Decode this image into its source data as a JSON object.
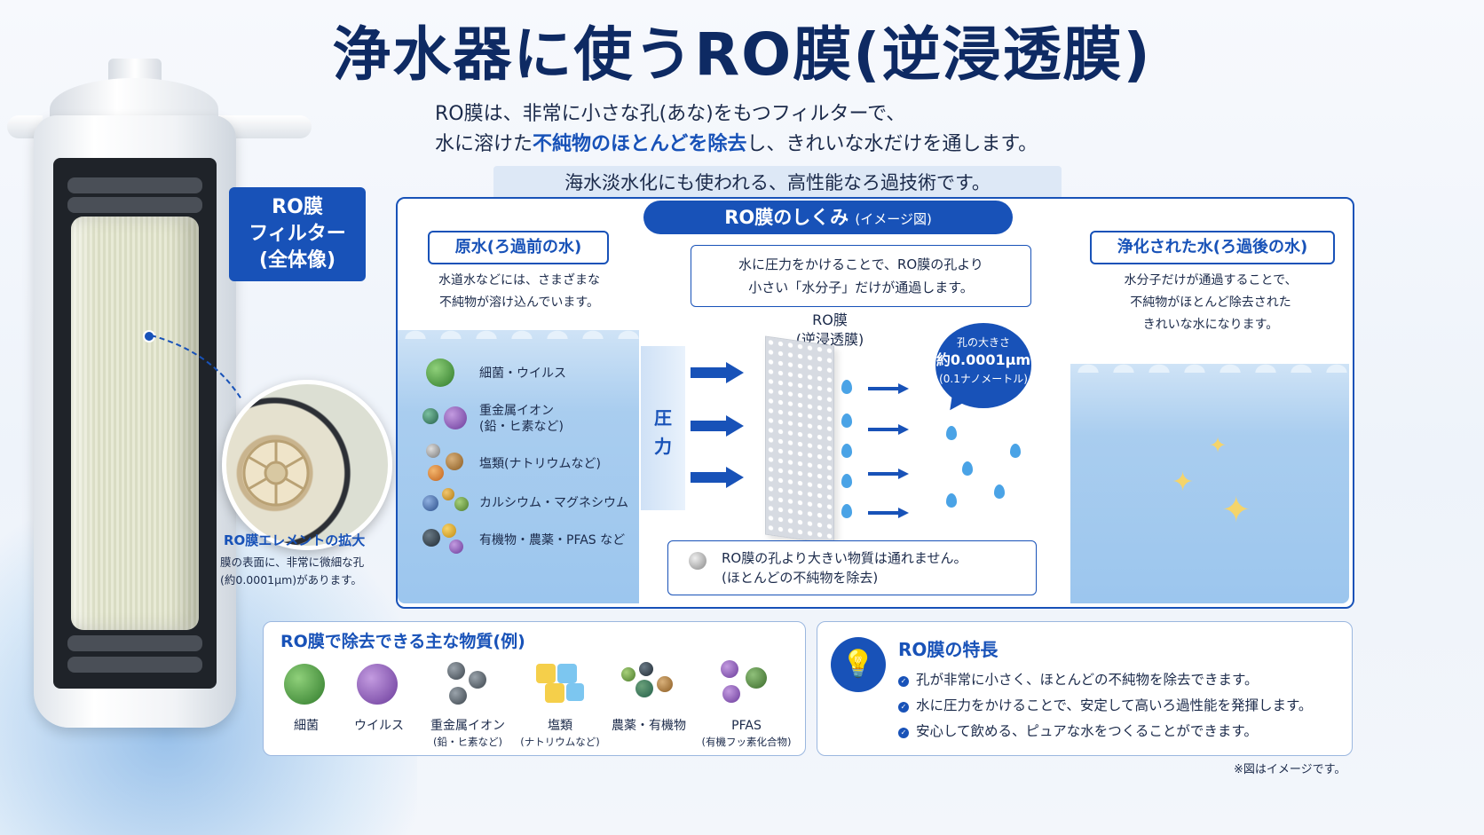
{
  "title": "浄水器に使うRO膜(逆浸透膜)",
  "intro": {
    "line1": "RO膜は、非常に小さな孔(あな)をもつフィルターで、",
    "line2_pre": "水に溶けた",
    "line2_highlight": "不純物のほとんどを除去",
    "line2_post": "し、きれいな水だけを通します。"
  },
  "tagline": "海水淡水化にも使われる、高性能なろ過技術です。",
  "filter": {
    "badge_line1": "RO膜",
    "badge_line2": "フィルター",
    "badge_line3": "(全体像)",
    "zoom_title": "RO膜エレメントの拡大",
    "zoom_desc_line1": "膜の表面に、非常に微細な孔",
    "zoom_desc_line2": "(約0.0001μm)があります。"
  },
  "mechanism": {
    "heading": "RO膜のしくみ",
    "heading_sub": "(イメージ図)",
    "raw_label": "原水(ろ過前の水)",
    "raw_desc_line1": "水道水などには、さまざまな",
    "raw_desc_line2": "不純物が溶け込んでいます。",
    "impurities": [
      {
        "label": "細菌・ウイルス"
      },
      {
        "label": "重金属イオン",
        "sub": "(鉛・ヒ素など)"
      },
      {
        "label": "塩類(ナトリウムなど)"
      },
      {
        "label": "カルシウム・マグネシウム"
      },
      {
        "label": "有機物・農薬・PFAS など"
      }
    ],
    "note_line1": "水に圧力をかけることで、RO膜の孔より",
    "note_line2": "小さい「水分子」だけが通過します。",
    "pressure": "圧力",
    "membrane_line1": "RO膜",
    "membrane_line2": "(逆浸透膜)",
    "pore_label": "孔の大きさ",
    "pore_value": "約0.0001μm",
    "pore_sub": "(0.1ナノメートル)",
    "block_line1": "RO膜の孔より大きい物質は通れません。",
    "block_line2": "(ほとんどの不純物を除去)",
    "clean_label": "浄化された水(ろ過後の水)",
    "clean_desc_line1": "水分子だけが通過することで、",
    "clean_desc_line2": "不純物がほとんど除去された",
    "clean_desc_line3": "きれいな水になります。"
  },
  "removal": {
    "title": "RO膜で除去できる主な物質(例)",
    "items": [
      {
        "label": "細菌",
        "sub": ""
      },
      {
        "label": "ウイルス",
        "sub": ""
      },
      {
        "label": "重金属イオン",
        "sub": "(鉛・ヒ素など)"
      },
      {
        "label": "塩類",
        "sub": "(ナトリウムなど)"
      },
      {
        "label": "農薬・有機物",
        "sub": ""
      },
      {
        "label": "PFAS",
        "sub": "(有機フッ素化合物)"
      }
    ]
  },
  "features": {
    "title": "RO膜の特長",
    "items": [
      "孔が非常に小さく、ほとんどの不純物を除去できます。",
      "水に圧力をかけることで、安定して高いろ過性能を発揮します。",
      "安心して飲める、ピュアな水をつくることができます。"
    ]
  },
  "footnote": "※図はイメージです。",
  "colors": {
    "accent": "#1852b8",
    "title": "#0e2a63",
    "water": "#9cc6ee"
  }
}
